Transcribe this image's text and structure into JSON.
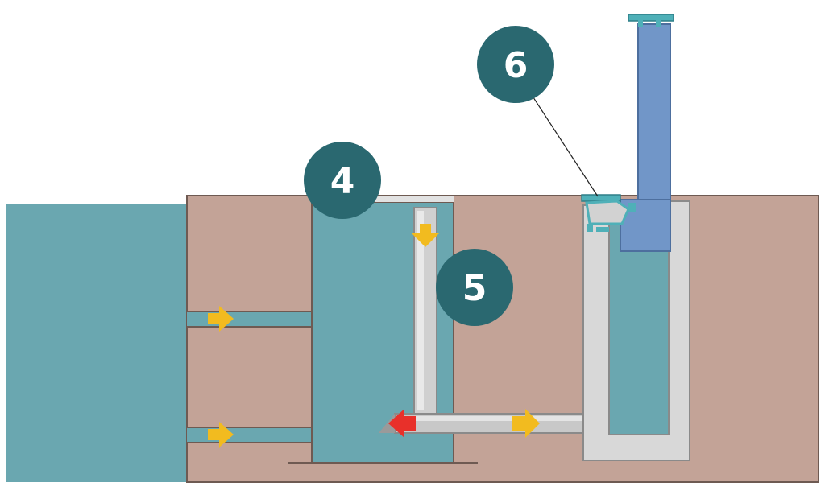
{
  "colors": {
    "water": "#6aa7b0",
    "earth": "#c3a397",
    "earth_outline": "#6e5a52",
    "pipe_fill": "#d0d0d0",
    "pipe_edge": "#8a8a8a",
    "blue_column": "#7196c8",
    "blue_column_edge": "#4d6f9e",
    "valve_teal": "#4fb0b8",
    "badge": "#2a6870",
    "flow_arrow": "#f2bb1f",
    "reverse_arrow": "#e8302a"
  },
  "callouts": [
    {
      "id": "4",
      "label": "4"
    },
    {
      "id": "5",
      "label": "5"
    },
    {
      "id": "6",
      "label": "6"
    }
  ],
  "arrows": [
    {
      "id": "arrow-upper-inlet",
      "direction": "right",
      "color": "flow_arrow"
    },
    {
      "id": "arrow-lower-inlet",
      "direction": "right",
      "color": "flow_arrow"
    },
    {
      "id": "arrow-down-riser",
      "direction": "down",
      "color": "flow_arrow"
    },
    {
      "id": "arrow-reverse",
      "direction": "left",
      "color": "reverse_arrow"
    },
    {
      "id": "arrow-horizontal-pipe",
      "direction": "right",
      "color": "flow_arrow"
    }
  ]
}
